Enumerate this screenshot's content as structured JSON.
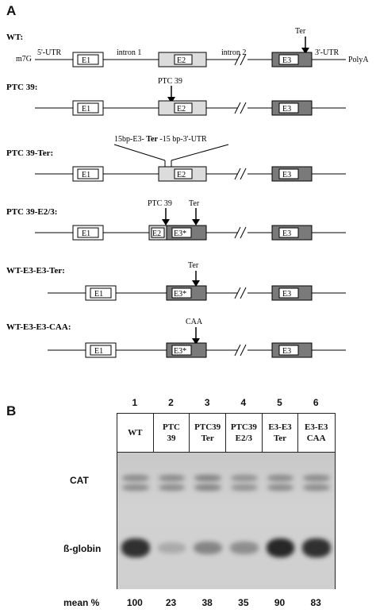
{
  "panel_a": {
    "label": "A",
    "constructs": [
      {
        "name": "WT:",
        "annotations": [
          "m7G",
          "5'-UTR",
          "intron 1",
          "intron 2",
          "Ter",
          "3'-UTR",
          "PolyA"
        ],
        "exons": [
          "E1",
          "E2",
          "E3"
        ]
      },
      {
        "name": "PTC 39:",
        "annotations": [
          "PTC 39"
        ],
        "exons": [
          "E1",
          "E2",
          "E3"
        ]
      },
      {
        "name": "PTC 39-Ter:",
        "insert_parts": [
          "15bp-E3- ",
          "Ter",
          " -15 bp-3'-UTR"
        ],
        "exons": [
          "E1",
          "E2",
          "E3"
        ]
      },
      {
        "name": "PTC 39-E2/3:",
        "annotations": [
          "PTC 39",
          "Ter"
        ],
        "exons": [
          "E1",
          "E2",
          "E3*",
          "E3"
        ]
      },
      {
        "name": "WT-E3-E3-Ter:",
        "annotations": [
          "Ter"
        ],
        "exons": [
          "E1",
          "E3*",
          "E3"
        ]
      },
      {
        "name": "WT-E3-E3-CAA:",
        "annotations": [
          "CAA"
        ],
        "exons": [
          "E1",
          "E3*",
          "E3"
        ]
      }
    ]
  },
  "panel_b": {
    "label": "B",
    "lanes": [
      {
        "number": "1",
        "header": [
          "WT"
        ],
        "cat": 0.45,
        "globin": 0.85,
        "mean": "100"
      },
      {
        "number": "2",
        "header": [
          "PTC",
          "39"
        ],
        "cat": 0.45,
        "globin": 0.2,
        "mean": "23"
      },
      {
        "number": "3",
        "header": [
          "PTC39",
          "Ter"
        ],
        "cat": 0.5,
        "globin": 0.4,
        "mean": "38"
      },
      {
        "number": "4",
        "header": [
          "PTC39",
          "E2/3"
        ],
        "cat": 0.4,
        "globin": 0.35,
        "mean": "35"
      },
      {
        "number": "5",
        "header": [
          "E3-E3",
          "Ter"
        ],
        "cat": 0.45,
        "globin": 0.9,
        "mean": "90"
      },
      {
        "number": "6",
        "header": [
          "E3-E3",
          "CAA"
        ],
        "cat": 0.45,
        "globin": 0.85,
        "mean": "83"
      }
    ],
    "row_labels": {
      "cat": "CAT",
      "globin": "ß-globin",
      "mean": "mean %"
    }
  },
  "colors": {
    "exon_light": "#ffffff",
    "exon_mid": "#dcdcdc",
    "exon_dark": "#7a7a7a",
    "band": "#1a1a1a"
  }
}
